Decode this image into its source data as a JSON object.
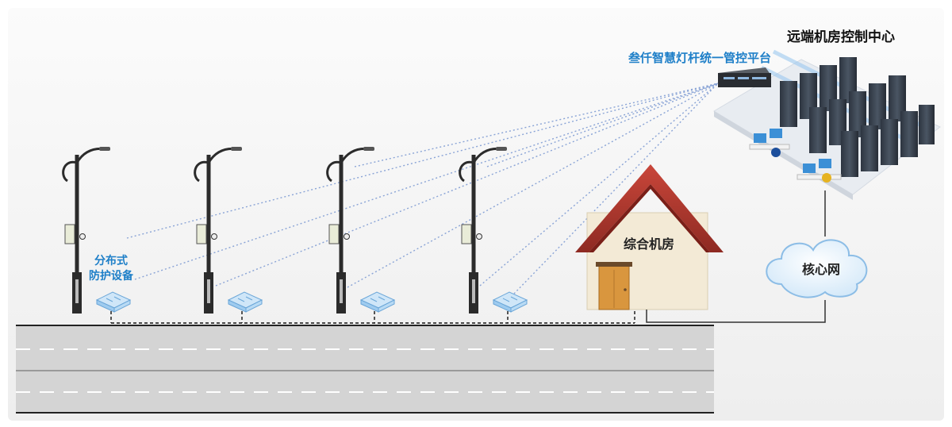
{
  "labels": {
    "remote_center": "远端机房控制中心",
    "platform": "叁仟智慧灯杆统一管控平台",
    "device_line1": "分布式",
    "device_line2": "防护设备",
    "room": "综合机房",
    "core_network": "核心网"
  },
  "colors": {
    "accent_blue": "#1e7fc8",
    "roof": "#b3362b",
    "wall": "#f3ead6",
    "door": "#d9963e",
    "road": "#d4d4d4",
    "pole": "#2b2b2b",
    "dotted_link": "#8aa4d6",
    "device": "#bcdcf4"
  },
  "icons": {
    "pole": "smart-light-pole-icon",
    "device": "protection-device-icon",
    "server": "server-rack-icon",
    "cloud": "cloud-icon",
    "room": "house-icon"
  }
}
